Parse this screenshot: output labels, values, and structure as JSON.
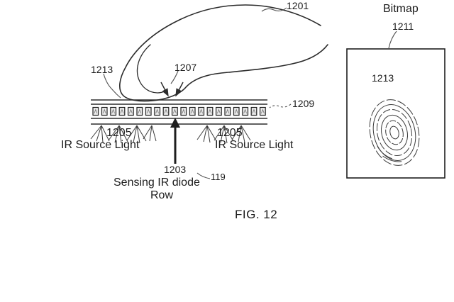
{
  "figure": {
    "caption": "FIG. 12",
    "colors": {
      "ink": "#2b2b2b",
      "background": "#ffffff"
    },
    "labels": {
      "ref_1201": "1201",
      "bitmap_title": "Bitmap",
      "ref_1211": "1211",
      "ref_1213_left": "1213",
      "ref_1207": "1207",
      "ref_1209": "1209",
      "ref_1205_left": "1205",
      "ir_source_left": "IR Source Light",
      "ref_1205_right": "1205",
      "ir_source_right": "IR Source Light",
      "ref_1203": "1203",
      "sensing_line1": "Sensing IR diode",
      "sensing_line2": "Row",
      "ref_119": "119",
      "ref_1213_bitmap": "1213"
    }
  }
}
